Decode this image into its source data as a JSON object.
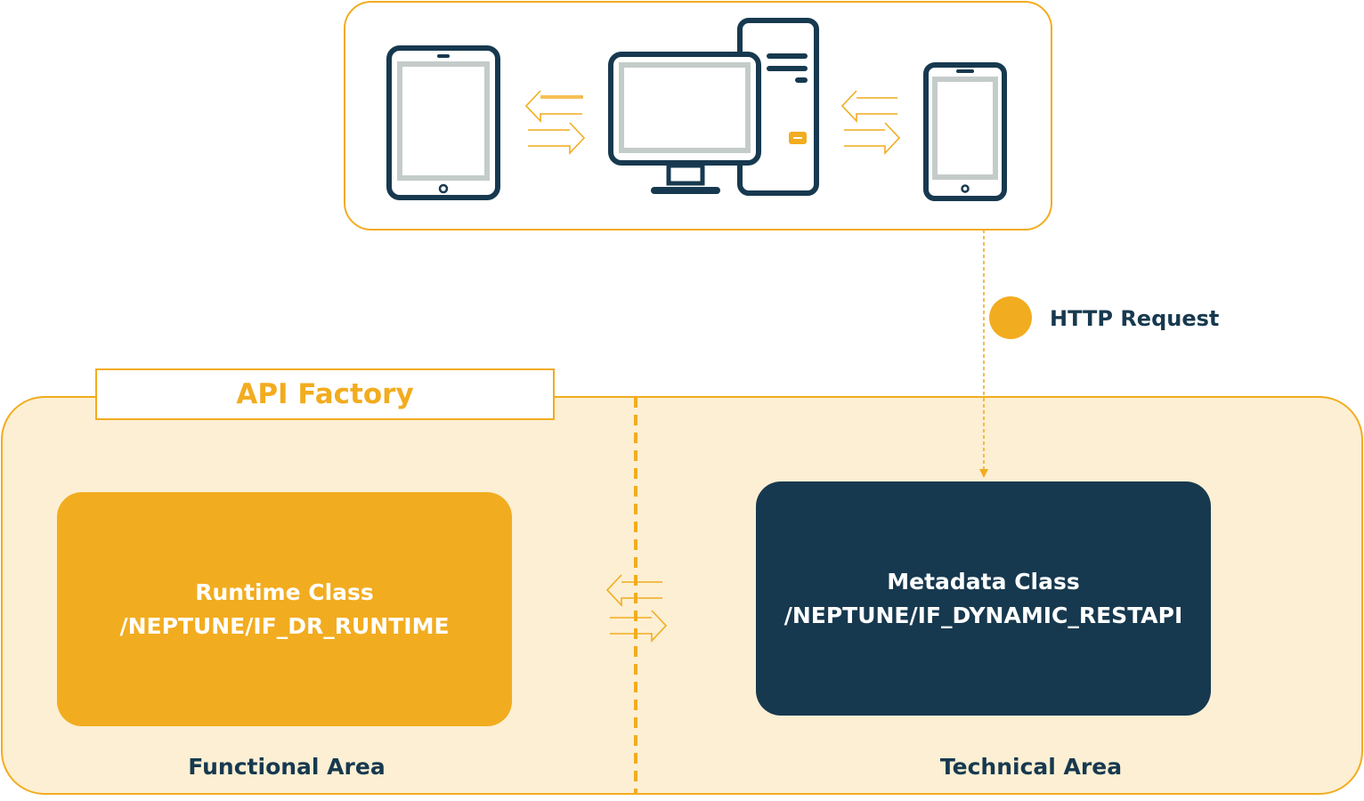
{
  "api_factory": {
    "title": "API Factory",
    "functional_area": {
      "label": "Functional Area",
      "runtime_class": {
        "name": "Runtime Class",
        "path": "/NEPTUNE/IF_DR_RUNTIME"
      }
    },
    "technical_area": {
      "label": "Technical Area",
      "metadata_class": {
        "name": "Metadata Class",
        "path": "/NEPTUNE/IF_DYNAMIC_RESTAPI"
      }
    }
  },
  "clients": {
    "devices": [
      "tablet-icon",
      "desktop-computer-icon",
      "smartphone-icon"
    ]
  },
  "connector": {
    "label": "HTTP Request"
  },
  "colors": {
    "accent": "#f2ac1f",
    "navy": "#17394f",
    "panel_background": "#fcefd3",
    "device_screen": "#c4ccca"
  }
}
